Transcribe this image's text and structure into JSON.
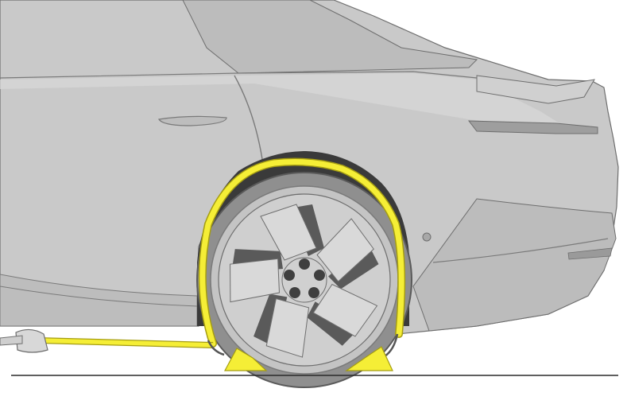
{
  "figure": {
    "kind": "technical-illustration",
    "colors": {
      "background": "#ffffff",
      "body": "#c9c9c9",
      "body_light": "#d8d8d8",
      "body_shadow": "#a9a9a9",
      "outline": "#6e6e6e",
      "tire": "#8f8f8f",
      "wheel": "#cfcfcf",
      "wheel_dark": "#5a5a5a",
      "strap": "#f5ee36",
      "strap_edge": "#a59d12",
      "ground": "#2a2a2a"
    },
    "icons": [
      "car-rear-quarter",
      "wheel",
      "tie-down-strap",
      "wheel-chock",
      "ratchet"
    ]
  }
}
